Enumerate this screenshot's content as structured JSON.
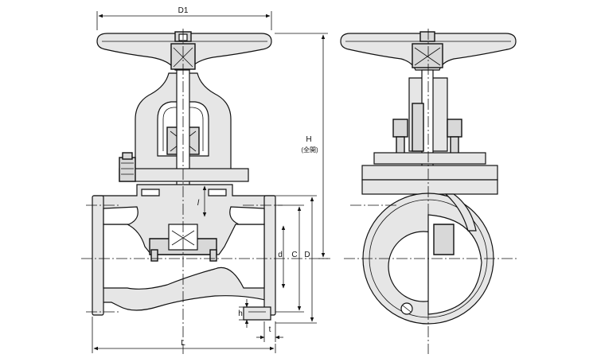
{
  "dimensions": {
    "d1": "D1",
    "h_main": "H",
    "h_sub": "(全開)",
    "l_small": "l",
    "d_small": "d",
    "c": "C",
    "d_big": "D",
    "h_small": "h",
    "t": "t",
    "l_big": "L"
  }
}
